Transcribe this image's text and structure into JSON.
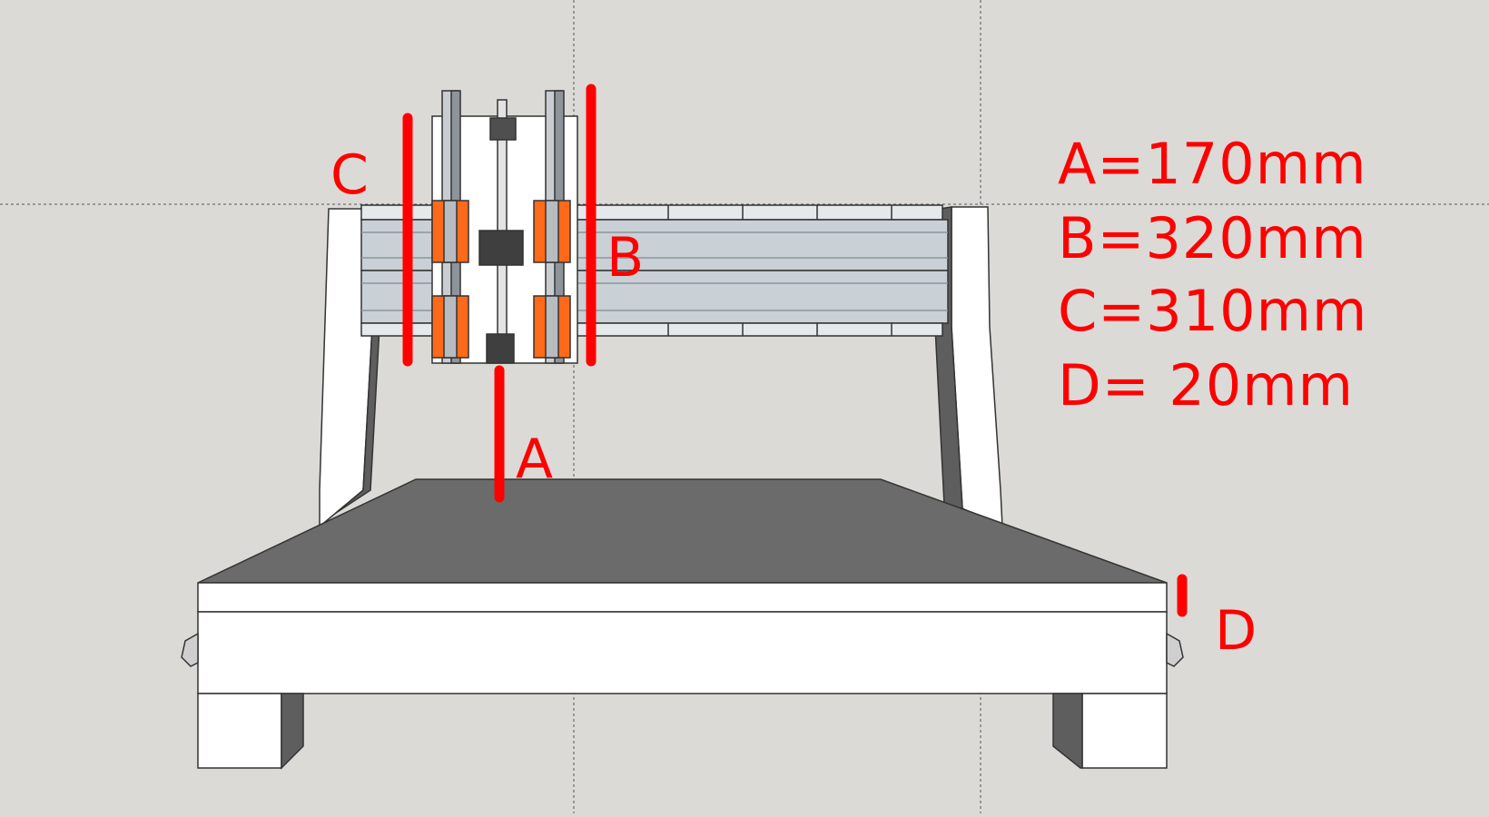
{
  "labels": {
    "a": "A",
    "b": "B",
    "c": "C",
    "d": "D"
  },
  "specs": {
    "a": "A=170mm",
    "b": "B=320mm",
    "c": "C=310mm",
    "d": "D= 20mm"
  },
  "colors": {
    "background": "#dcdad6",
    "annotation": "#ff0000",
    "table_top": "#6b6b6b",
    "frame_white": "#ffffff",
    "frame_shadow": "#5e5e5e",
    "rail": "#c9d0d6",
    "carriage_orange": "#ff6a1a",
    "outline": "#333333"
  }
}
